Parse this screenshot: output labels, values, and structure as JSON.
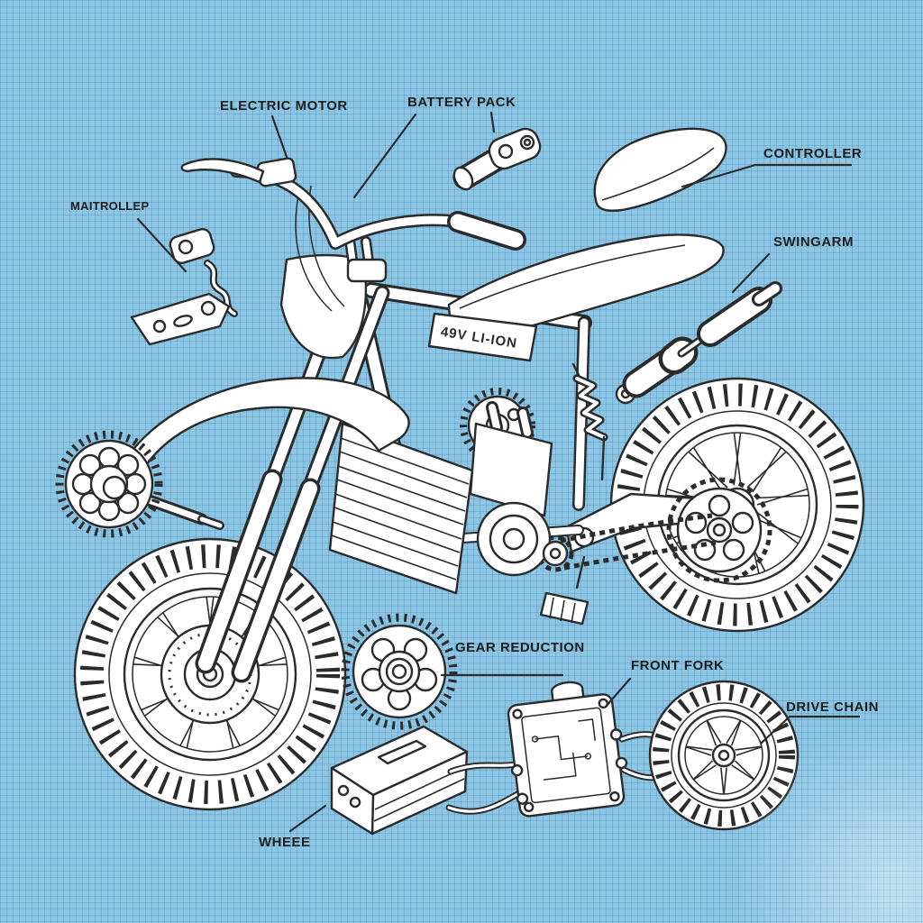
{
  "canvas": {
    "style": "blueprint exploded-view line drawing",
    "background_color": "#8cc6e4",
    "grid_color": "#74b3d6",
    "ink_color": "#2b2b2b",
    "part_fill": "#ffffff"
  },
  "frame_badge": "49V LI-ION",
  "labels": {
    "electric_motor": "ELECTRIC MOTOR",
    "battery_pack": "BATTERY PACK",
    "controller": "CONTROLLER",
    "swingarm": "SWINGARM",
    "throttle": "MAITROLLEP",
    "gear_reduction": "GEAR REDUCTION",
    "front_fork": "FRONT FORK",
    "drive_chain": "DRIVE CHAIN",
    "wheel": "WHEEE"
  },
  "parts": [
    "dirt-bike",
    "front-wheel",
    "rear-wheel",
    "front-fork",
    "front-fender",
    "number-plate",
    "handlebar",
    "brake-lever",
    "frame",
    "battery-fin-panel",
    "electric-motor",
    "rear-shock",
    "swingarm",
    "rear-sprocket",
    "drive-chain",
    "bike-seat",
    "footpeg",
    "exploded-seat",
    "exploded-shock-absorber",
    "exploded-battery-connector",
    "exploded-brake-lever-assembly",
    "exploded-sprocket-with-axle",
    "exploded-gear-sprocket",
    "exploded-battery-box",
    "exploded-controller-pcb",
    "exploded-spare-wheel"
  ]
}
